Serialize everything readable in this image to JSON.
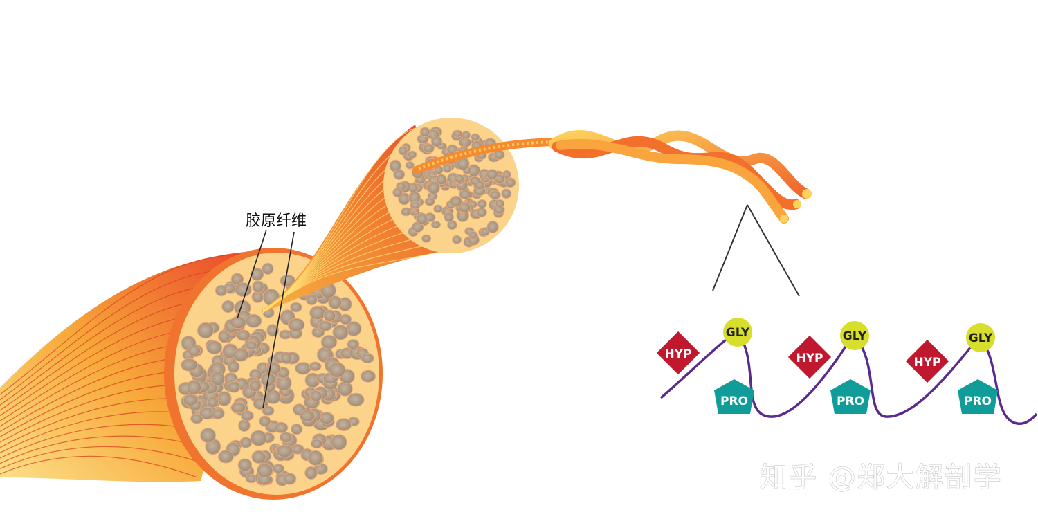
{
  "diagram": {
    "label_fiber": "胶原纤维",
    "watermark": "知乎 @郑大解剖学",
    "molecules": [
      {
        "hyp": "HYP",
        "gly": "GLY",
        "pro": "PRO"
      },
      {
        "hyp": "HYP",
        "gly": "GLY",
        "pro": "PRO"
      },
      {
        "hyp": "HYP",
        "gly": "GLY",
        "pro": "PRO"
      }
    ]
  },
  "colors": {
    "fiber_light": "#fde08a",
    "fiber_mid": "#f7a93a",
    "fiber_dark": "#e9432a",
    "cross_section": "#fbd38a",
    "fibril": "#b3a08a",
    "hyp": "#c0182f",
    "gly": "#d8de2c",
    "pro": "#109c98",
    "backbone": "#5a2a8c"
  }
}
